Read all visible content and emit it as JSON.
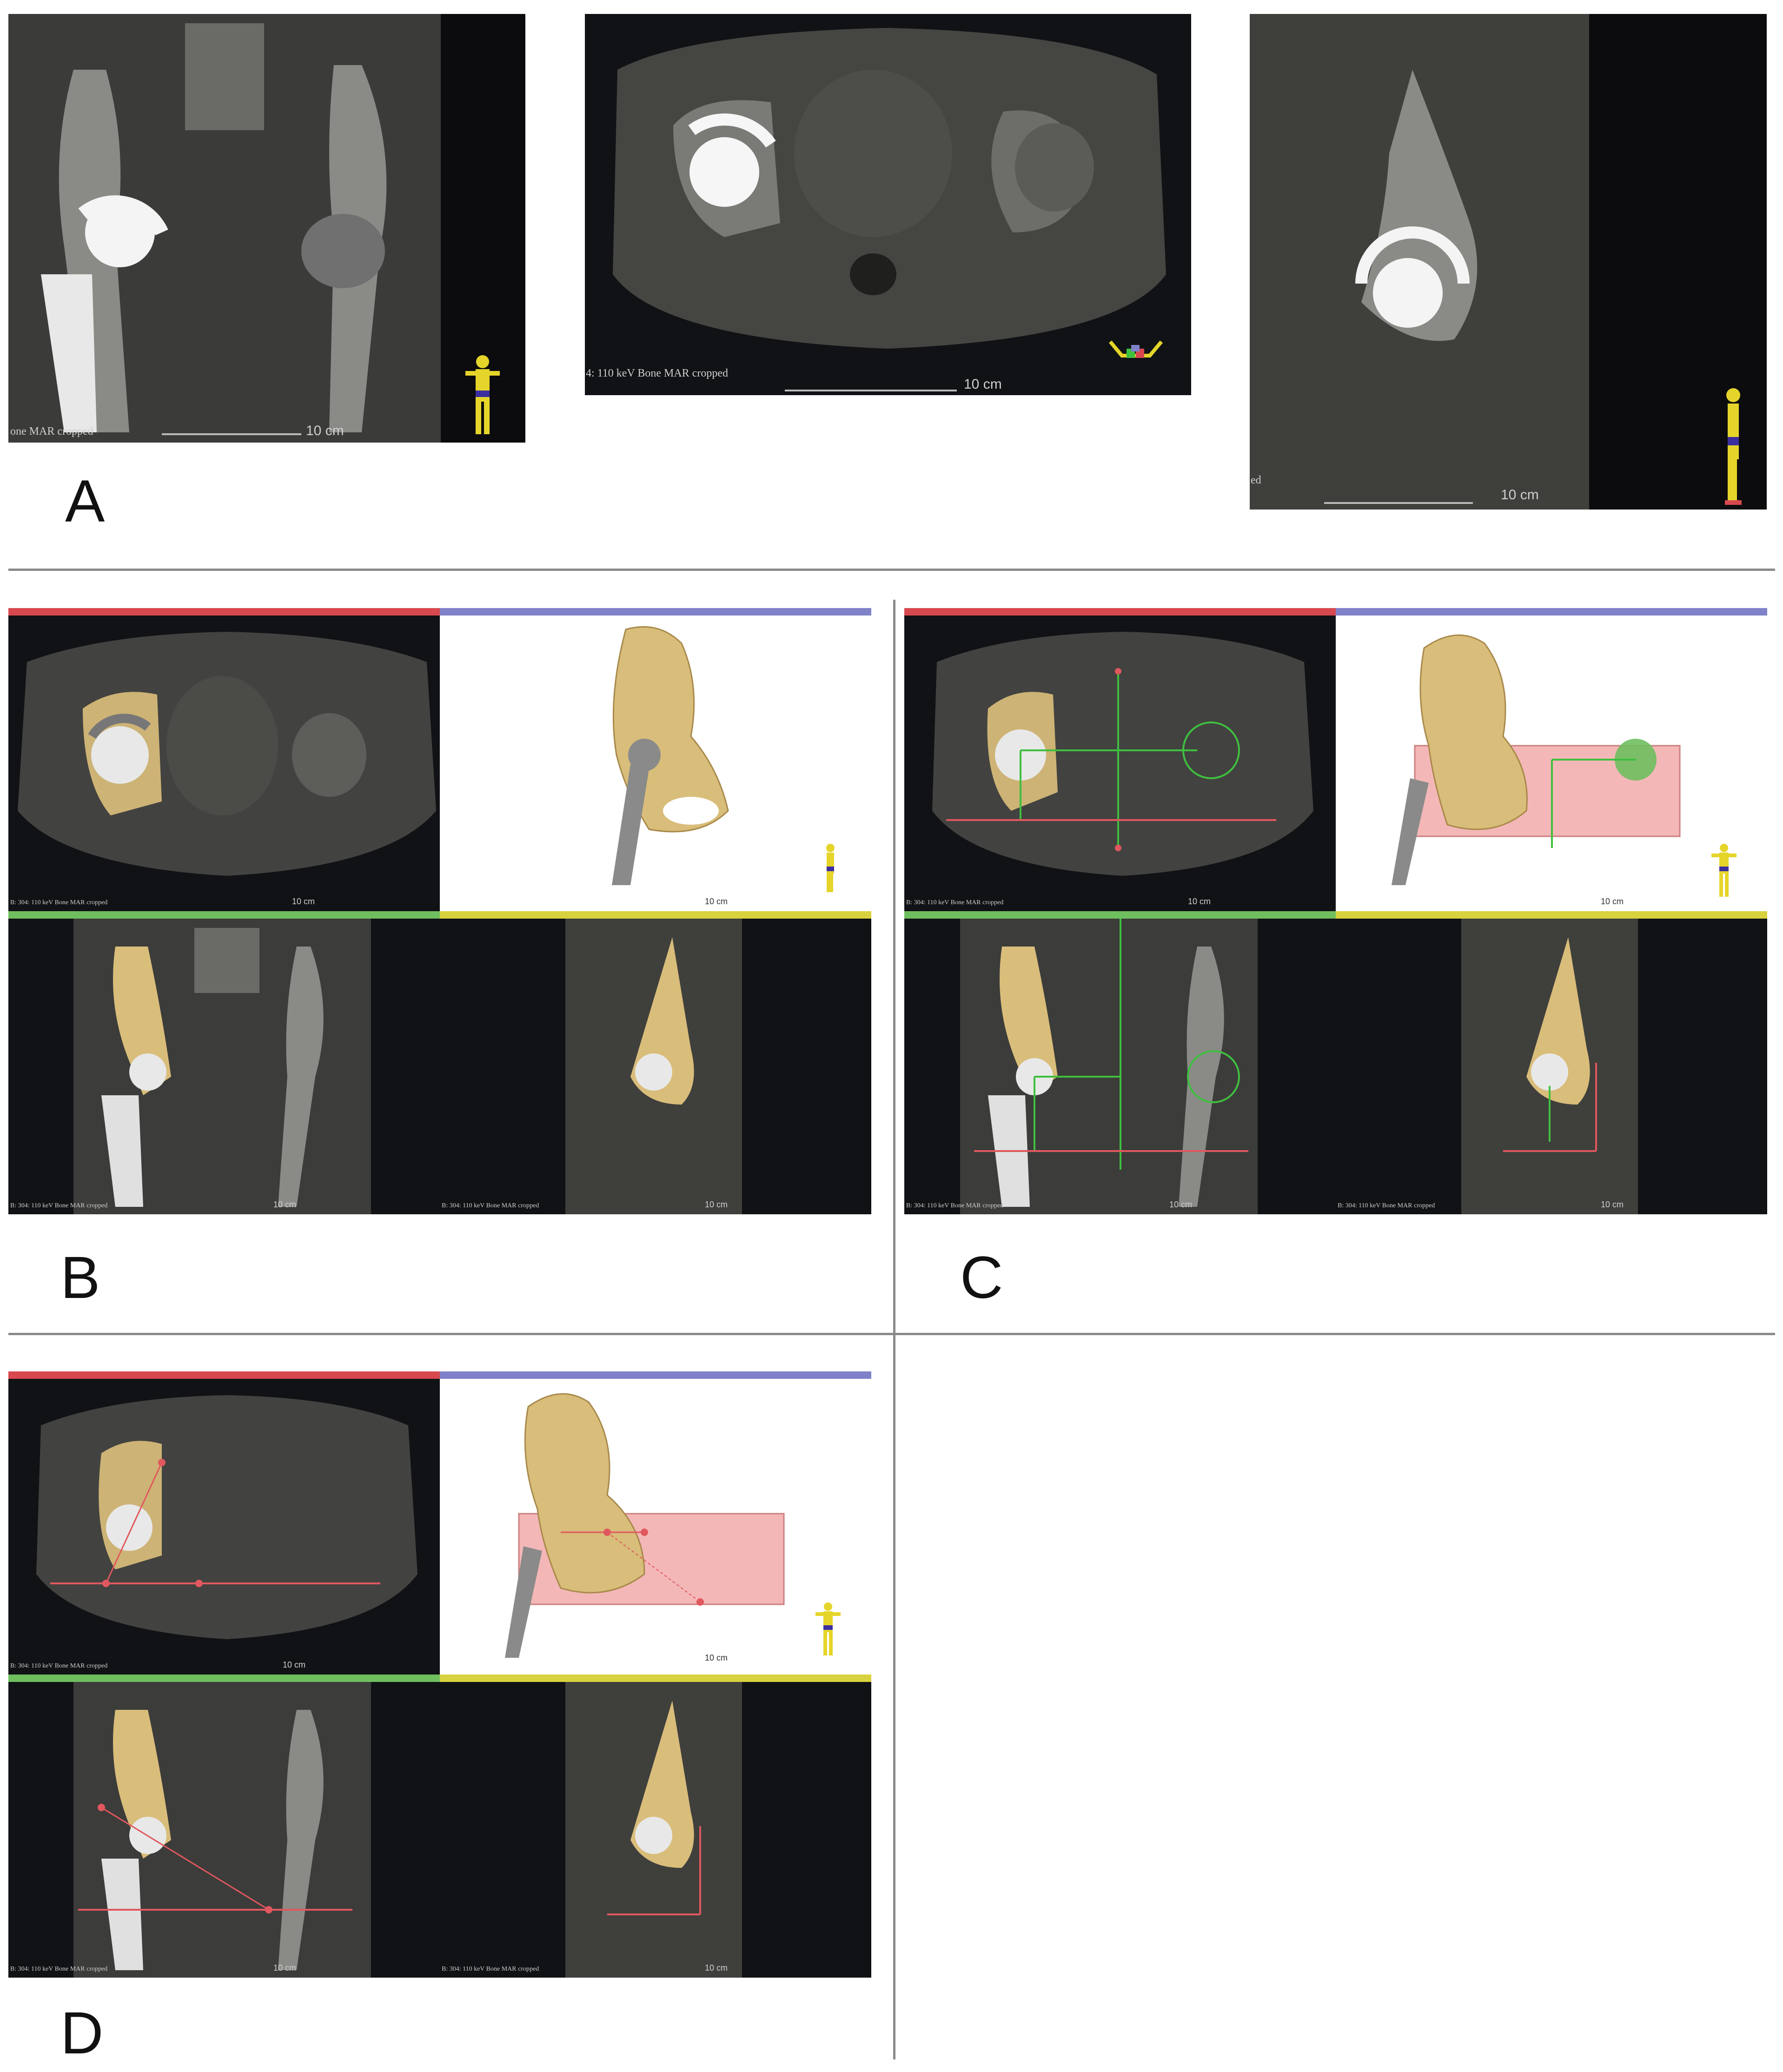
{
  "panel_labels": {
    "a": "A",
    "b": "B",
    "c": "C",
    "d": "D"
  },
  "captions": {
    "a_coronal": "one MAR cropped",
    "a_axial": "4: 110 keV Bone MAR cropped",
    "a_sagittal": "ed",
    "slicer": "B: 304: 110 keV Bone MAR cropped"
  },
  "scale_text": "10 cm",
  "colors": {
    "bone_segment": "#d9bd7a",
    "implant": "#e8e8e8",
    "guide_line_green": "#3fbf3f",
    "guide_line_red": "#e0585e",
    "red_bar": "#d8484f",
    "green_bar": "#6fbf5f",
    "yellow_bar": "#d8d23f",
    "blue_bar": "#7f82c8"
  },
  "icons": [
    "human-orientation-icon",
    "axes-orientation-icon"
  ]
}
